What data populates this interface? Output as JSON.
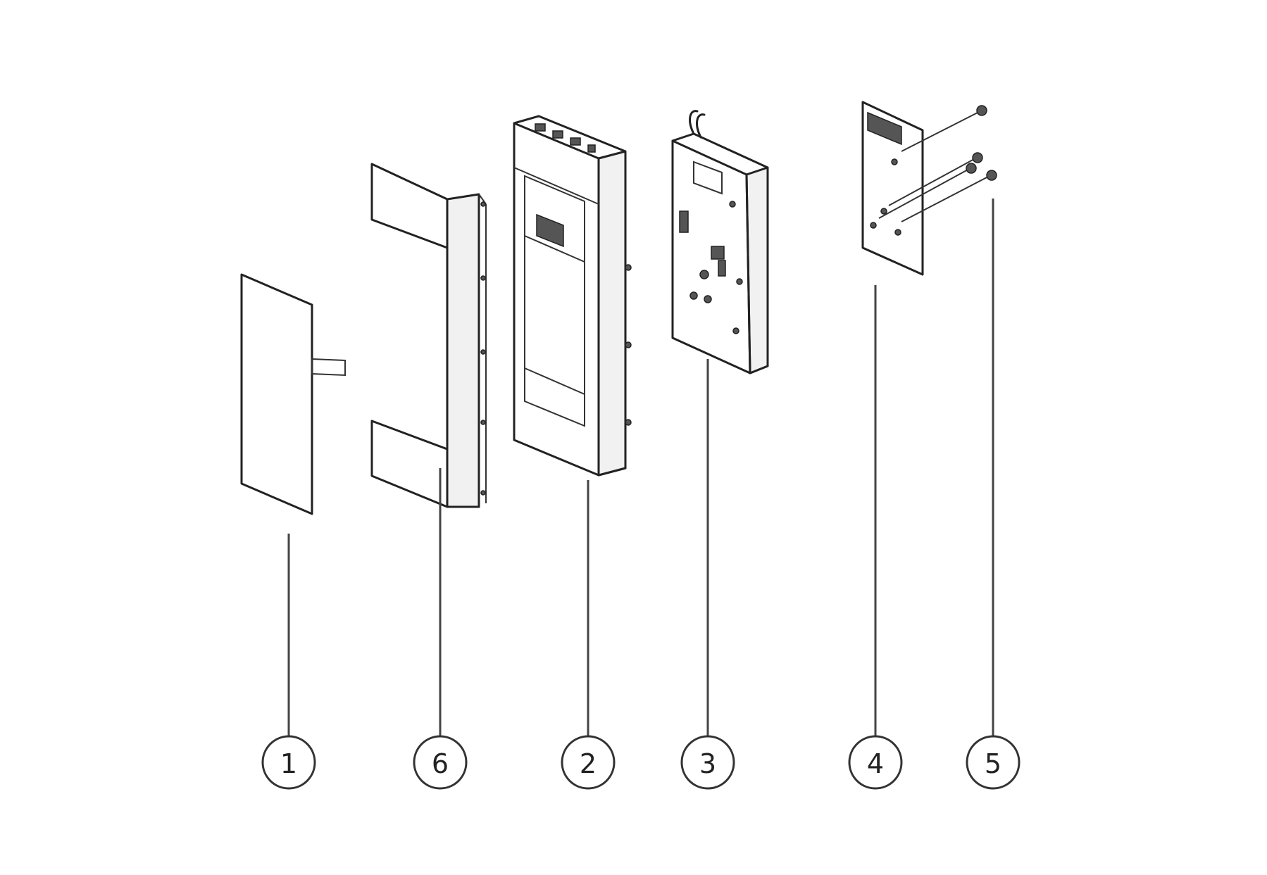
{
  "callouts": [
    {
      "id": "1",
      "label": "1"
    },
    {
      "id": "6",
      "label": "6"
    },
    {
      "id": "2",
      "label": "2"
    },
    {
      "id": "3",
      "label": "3"
    },
    {
      "id": "4",
      "label": "4"
    },
    {
      "id": "5",
      "label": "5"
    }
  ]
}
